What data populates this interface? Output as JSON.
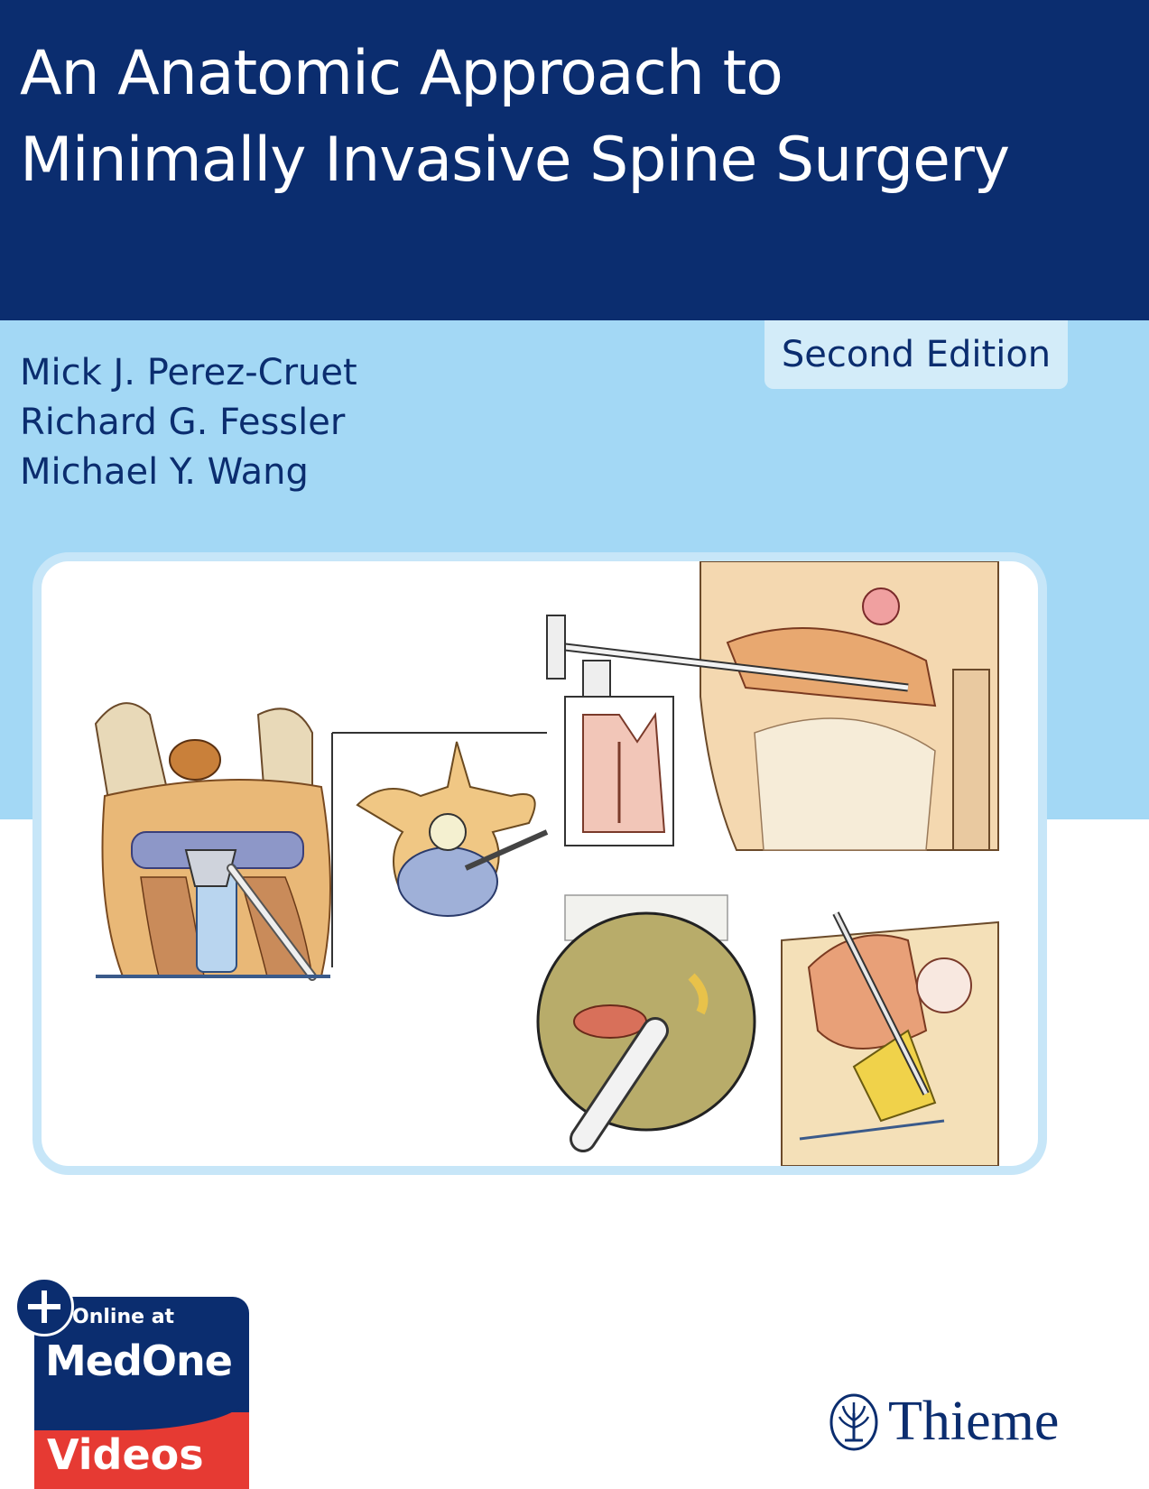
{
  "cover": {
    "title_line1": "An Anatomic Approach to",
    "title_line2": "Minimally Invasive Spine Surgery",
    "edition": "Second Edition",
    "authors": [
      "Mick J. Perez-Cruet",
      "Richard G. Fessler",
      "Michael Y. Wang"
    ]
  },
  "badge": {
    "line1": "Online at",
    "brand": "MedOne",
    "line3": "Videos"
  },
  "publisher": {
    "name": "Thieme",
    "logo_icon": "tree-seal-icon"
  },
  "colors": {
    "navy": "#0b2d6f",
    "light_blue": "#a3d8f5",
    "red": "#e63a33"
  }
}
